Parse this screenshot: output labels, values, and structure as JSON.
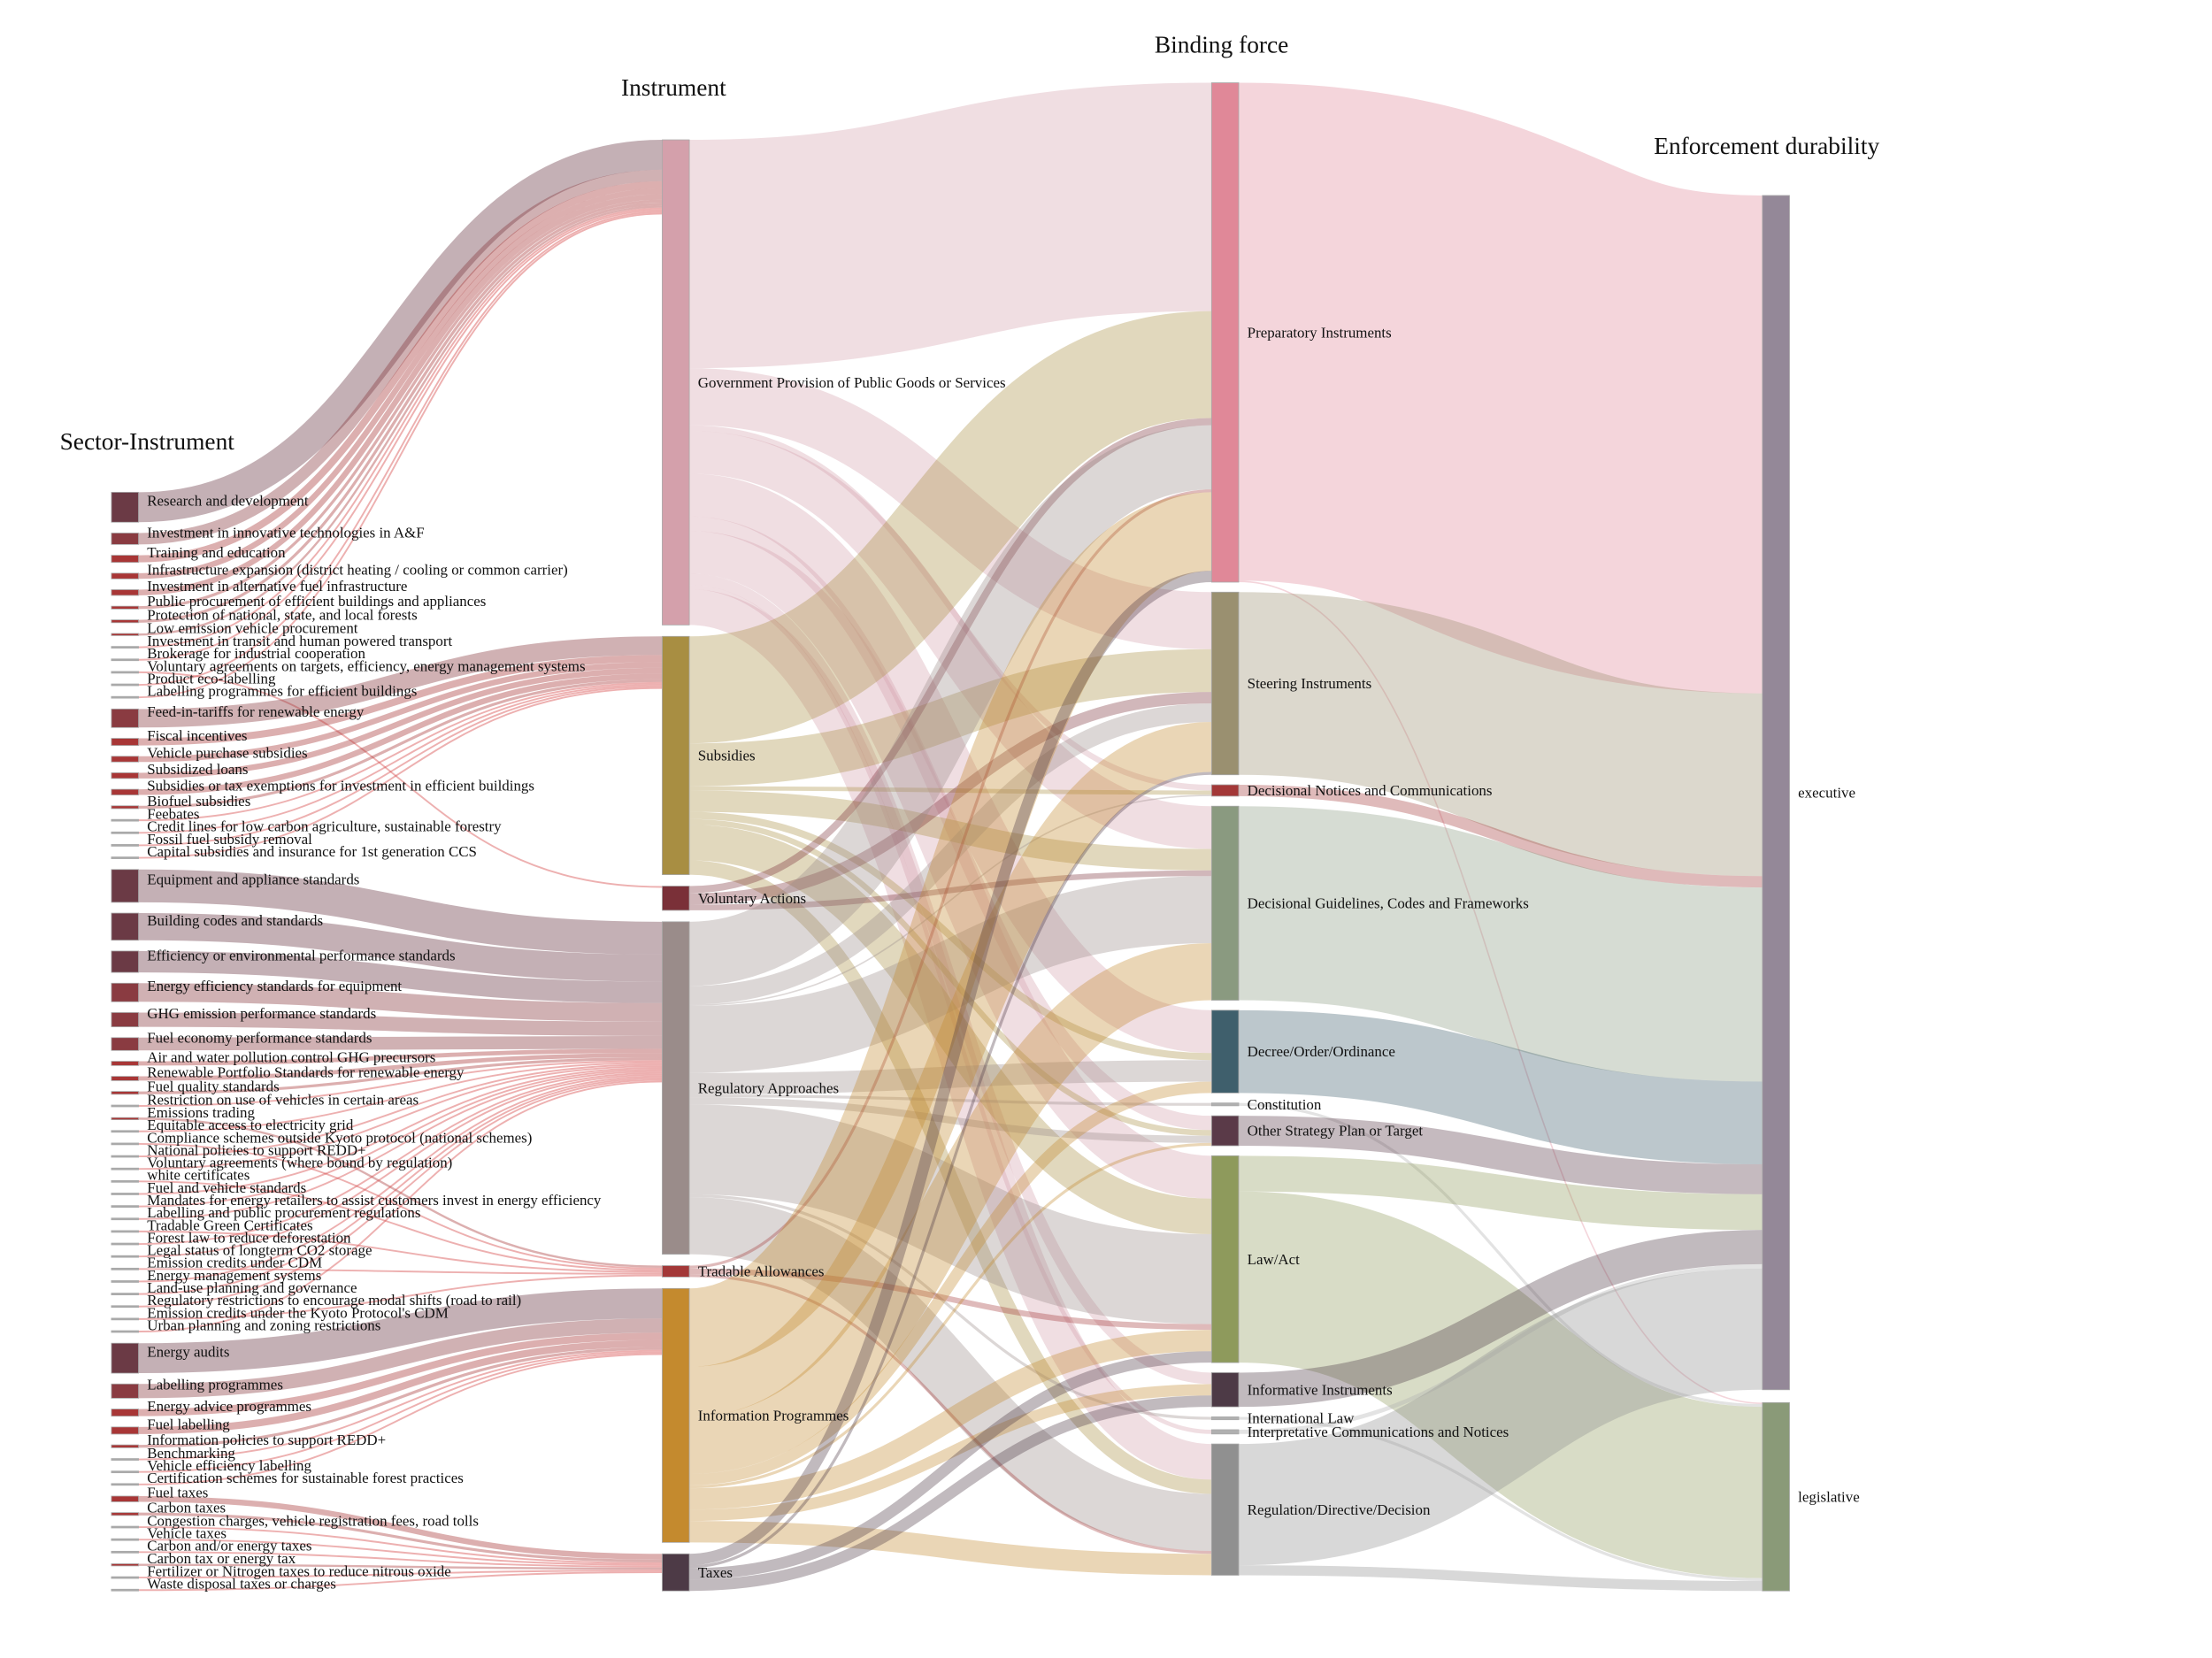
{
  "titles": {
    "col1": "Sector-Instrument",
    "col2": "Instrument",
    "col3": "Binding force",
    "col4": "Enforcement durability"
  },
  "colors": {
    "large": "#6b3a45",
    "medium": "#8a3b41",
    "small": "#a83636",
    "tiny": "#a9a9a9",
    "tiny_link": "#d65050"
  },
  "instruments": [
    {
      "id": "gov",
      "label": "Government Provision of Public Goods or Services",
      "color": "#d4a0ab"
    },
    {
      "id": "sub",
      "label": "Subsidies",
      "color": "#a88e42"
    },
    {
      "id": "vol",
      "label": "Voluntary Actions",
      "color": "#7a3038"
    },
    {
      "id": "reg",
      "label": "Regulatory Approaches",
      "color": "#9a8c8a"
    },
    {
      "id": "trad",
      "label": "Tradable Allowances",
      "color": "#a33838"
    },
    {
      "id": "info",
      "label": "Information Programmes",
      "color": "#c48a2e"
    },
    {
      "id": "tax",
      "label": "Taxes",
      "color": "#4d3a46"
    }
  ],
  "binding_force": [
    {
      "id": "prep",
      "label": "Preparatory Instruments",
      "color": "#e08898"
    },
    {
      "id": "steer",
      "label": "Steering Instruments",
      "color": "#9a9070"
    },
    {
      "id": "notice",
      "label": "Decisional Notices and Communications",
      "color": "#a33838"
    },
    {
      "id": "guide",
      "label": "Decisional Guidelines, Codes and Frameworks",
      "color": "#8a9a80"
    },
    {
      "id": "decree",
      "label": "Decree/Order/Ordinance",
      "color": "#3f5f6c"
    },
    {
      "id": "const",
      "label": "Constitution",
      "color": "#b0b0b0"
    },
    {
      "id": "other",
      "label": "Other Strategy Plan or Target",
      "color": "#5a3a48"
    },
    {
      "id": "law",
      "label": "Law/Act",
      "color": "#8e9a5c"
    },
    {
      "id": "inform",
      "label": "Informative Instruments",
      "color": "#4d3a46"
    },
    {
      "id": "intl",
      "label": "International Law",
      "color": "#b0b0b0"
    },
    {
      "id": "interp",
      "label": "Interpretative Communications and Notices",
      "color": "#b0b0b0"
    },
    {
      "id": "regdir",
      "label": "Regulation/Directive/Decision",
      "color": "#909090"
    }
  ],
  "enforcement": [
    {
      "id": "exec",
      "label": "executive",
      "color": "#948898"
    },
    {
      "id": "leg",
      "label": "legislative",
      "color": "#8a9a78"
    }
  ],
  "sector_instruments": [
    {
      "label": "Research and development",
      "to": "gov",
      "value": 21
    },
    {
      "label": "Investment in innovative technologies in A&F",
      "to": "gov",
      "value": 8
    },
    {
      "label": "Training and education",
      "to": "gov",
      "value": 5
    },
    {
      "label": "Infrastructure expansion (district heating / cooling or common carrier)",
      "to": "gov",
      "value": 4
    },
    {
      "label": "Investment in alternative fuel infrastructure",
      "to": "gov",
      "value": 4
    },
    {
      "label": "Public procurement of efficient buildings and appliances",
      "to": "gov",
      "value": 2
    },
    {
      "label": "Protection of national, state, and local forests",
      "to": "gov",
      "value": 2
    },
    {
      "label": "Low emission vehicle procurement",
      "to": "gov",
      "value": 1.5
    },
    {
      "label": "Investment in transit and human powered transport",
      "to": "gov",
      "value": 1.2
    },
    {
      "label": "Brokerage for industrial cooperation",
      "to": "gov",
      "value": 1.2
    },
    {
      "label": "Voluntary agreements on targets, efficiency, energy management systems",
      "to": "vol",
      "value": 1.2
    },
    {
      "label": "Product eco-labelling",
      "to": "gov",
      "value": 1.2
    },
    {
      "label": "Labelling programmes for efficient buildings",
      "to": "gov",
      "value": 1.2
    },
    {
      "label": "Feed-in-tariffs for renewable energy",
      "to": "sub",
      "value": 13
    },
    {
      "label": "Fiscal incentives",
      "to": "sub",
      "value": 5
    },
    {
      "label": "Vehicle purchase subsidies",
      "to": "sub",
      "value": 4
    },
    {
      "label": "Subsidized loans",
      "to": "sub",
      "value": 4
    },
    {
      "label": "Subsidies or tax exemptions for investment in efficient buildings",
      "to": "sub",
      "value": 4
    },
    {
      "label": "Biofuel subsidies",
      "to": "sub",
      "value": 2
    },
    {
      "label": "Feebates",
      "to": "sub",
      "value": 1.2
    },
    {
      "label": "Credit lines for low carbon agriculture, sustainable forestry",
      "to": "sub",
      "value": 1.2
    },
    {
      "label": "Fossil fuel subsidy removal",
      "to": "sub",
      "value": 1.2
    },
    {
      "label": "Capital subsidies and insurance for 1st generation CCS",
      "to": "sub",
      "value": 1.2
    },
    {
      "label": "Equipment and appliance standards",
      "to": "reg",
      "value": 23
    },
    {
      "label": "Building codes and standards",
      "to": "reg",
      "value": 19
    },
    {
      "label": "Efficiency or environmental performance standards",
      "to": "reg",
      "value": 15
    },
    {
      "label": "Energy efficiency standards for equipment",
      "to": "reg",
      "value": 13
    },
    {
      "label": "GHG emission performance standards",
      "to": "reg",
      "value": 10
    },
    {
      "label": "Fuel economy performance standards",
      "to": "reg",
      "value": 9
    },
    {
      "label": "Air and water pollution control GHG precursors",
      "to": "reg",
      "value": 3
    },
    {
      "label": "Renewable Portfolio Standards for renewable energy",
      "to": "reg",
      "value": 3
    },
    {
      "label": "Fuel quality standards",
      "to": "reg",
      "value": 2
    },
    {
      "label": "Restriction on use of vehicles in certain areas",
      "to": "reg",
      "value": 1.2
    },
    {
      "label": "Emissions trading",
      "to": "trad",
      "value": 1.5
    },
    {
      "label": "Equitable access to electricity grid",
      "to": "reg",
      "value": 1.2
    },
    {
      "label": "Compliance schemes outside Kyoto protocol (national schemes)",
      "to": "trad",
      "value": 1.2
    },
    {
      "label": "National policies to support REDD+",
      "to": "reg",
      "value": 1.2
    },
    {
      "label": "Voluntary agreements (where bound by regulation)",
      "to": "reg",
      "value": 1.2
    },
    {
      "label": "white certificates",
      "to": "trad",
      "value": 1.2
    },
    {
      "label": "Fuel and vehicle standards",
      "to": "reg",
      "value": 1.2
    },
    {
      "label": "Mandates for energy retailers to assist customers invest in energy efficiency",
      "to": "reg",
      "value": 1.2
    },
    {
      "label": "Labelling and public procurement regulations",
      "to": "reg",
      "value": 1.2
    },
    {
      "label": "Tradable Green Certificates",
      "to": "trad",
      "value": 1.2
    },
    {
      "label": "Forest law to reduce deforestation",
      "to": "reg",
      "value": 1.2
    },
    {
      "label": "Legal status of longterm CO2 storage",
      "to": "reg",
      "value": 1.2
    },
    {
      "label": "Emission credits under CDM",
      "to": "trad",
      "value": 1.2
    },
    {
      "label": "Energy management systems",
      "to": "reg",
      "value": 1.2
    },
    {
      "label": "Land-use planning and governance",
      "to": "reg",
      "value": 1.2
    },
    {
      "label": "Regulatory restrictions to encourage modal shifts (road to rail)",
      "to": "reg",
      "value": 1.2
    },
    {
      "label": "Emission credits under the Kyoto Protocol's CDM",
      "to": "trad",
      "value": 1.2
    },
    {
      "label": "Urban planning and zoning restrictions",
      "to": "reg",
      "value": 1.2
    },
    {
      "label": "Energy audits",
      "to": "info",
      "value": 21
    },
    {
      "label": "Labelling programmes",
      "to": "info",
      "value": 10
    },
    {
      "label": "Energy advice programmes",
      "to": "info",
      "value": 5
    },
    {
      "label": "Fuel labelling",
      "to": "info",
      "value": 5
    },
    {
      "label": "Information policies to support REDD+",
      "to": "info",
      "value": 2
    },
    {
      "label": "Benchmarking",
      "to": "info",
      "value": 1.2
    },
    {
      "label": "Vehicle efficiency labelling",
      "to": "info",
      "value": 1.2
    },
    {
      "label": "Certification schemes for sustainable forest practices",
      "to": "info",
      "value": 1.2
    },
    {
      "label": "Fuel taxes",
      "to": "tax",
      "value": 4
    },
    {
      "label": "Carbon taxes",
      "to": "tax",
      "value": 2
    },
    {
      "label": "Congestion charges, vehicle registration fees, road tolls",
      "to": "tax",
      "value": 1.2
    },
    {
      "label": "Vehicle taxes",
      "to": "tax",
      "value": 1.2
    },
    {
      "label": "Carbon and/or energy taxes",
      "to": "tax",
      "value": 1.2
    },
    {
      "label": "Carbon tax or energy tax",
      "to": "tax",
      "value": 1.5
    },
    {
      "label": "Fertilizer or Nitrogen taxes to reduce nitrous oxide",
      "to": "tax",
      "value": 1.2
    },
    {
      "label": "Waste disposal taxes or charges",
      "to": "tax",
      "value": 1.2
    }
  ],
  "links": [
    [
      "gov",
      "prep",
      160
    ],
    [
      "gov",
      "steer",
      40
    ],
    [
      "gov",
      "notice",
      4
    ],
    [
      "gov",
      "guide",
      30
    ],
    [
      "gov",
      "decree",
      30
    ],
    [
      "gov",
      "other",
      10
    ],
    [
      "gov",
      "law",
      30
    ],
    [
      "gov",
      "inform",
      8
    ],
    [
      "gov",
      "interp",
      3
    ],
    [
      "gov",
      "regdir",
      25
    ],
    [
      "sub",
      "prep",
      75
    ],
    [
      "sub",
      "steer",
      30
    ],
    [
      "sub",
      "notice",
      3
    ],
    [
      "sub",
      "guide",
      15
    ],
    [
      "sub",
      "decree",
      5
    ],
    [
      "sub",
      "other",
      4
    ],
    [
      "sub",
      "law",
      25
    ],
    [
      "sub",
      "regdir",
      10
    ],
    [
      "vol",
      "prep",
      5
    ],
    [
      "vol",
      "steer",
      8
    ],
    [
      "vol",
      "guide",
      4
    ],
    [
      "reg",
      "prep",
      45
    ],
    [
      "reg",
      "steer",
      13
    ],
    [
      "reg",
      "notice",
      1
    ],
    [
      "reg",
      "guide",
      47
    ],
    [
      "reg",
      "decree",
      15
    ],
    [
      "reg",
      "const",
      2
    ],
    [
      "reg",
      "other",
      5
    ],
    [
      "reg",
      "law",
      63
    ],
    [
      "reg",
      "intl",
      2
    ],
    [
      "reg",
      "regdir",
      40
    ],
    [
      "trad",
      "prep",
      2
    ],
    [
      "trad",
      "law",
      4
    ],
    [
      "trad",
      "regdir",
      2
    ],
    [
      "info",
      "prep",
      55
    ],
    [
      "info",
      "steer",
      35
    ],
    [
      "info",
      "guide",
      40
    ],
    [
      "info",
      "decree",
      8
    ],
    [
      "info",
      "other",
      2
    ],
    [
      "info",
      "law",
      15
    ],
    [
      "info",
      "inform",
      8
    ],
    [
      "info",
      "regdir",
      15
    ],
    [
      "tax",
      "prep",
      8
    ],
    [
      "tax",
      "steer",
      2
    ],
    [
      "tax",
      "law",
      8
    ],
    [
      "tax",
      "inform",
      8
    ],
    [
      "prep",
      "exec",
      349
    ],
    [
      "prep",
      "leg",
      1
    ],
    [
      "steer",
      "exec",
      128
    ],
    [
      "notice",
      "exec",
      8
    ],
    [
      "guide",
      "exec",
      136
    ],
    [
      "decree",
      "exec",
      58
    ],
    [
      "const",
      "leg",
      2
    ],
    [
      "other",
      "exec",
      21
    ],
    [
      "law",
      "exec",
      25
    ],
    [
      "law",
      "leg",
      120
    ],
    [
      "inform",
      "exec",
      24
    ],
    [
      "intl",
      "leg",
      2
    ],
    [
      "interp",
      "exec",
      3
    ],
    [
      "regdir",
      "exec",
      85
    ],
    [
      "regdir",
      "leg",
      7
    ]
  ]
}
